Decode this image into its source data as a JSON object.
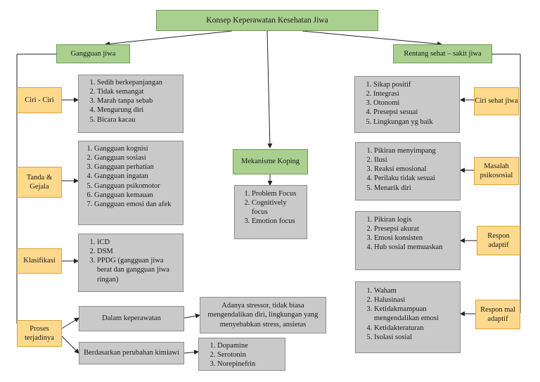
{
  "title": "Konsep Keperawatan Kesehatan Jiwa",
  "gangguan": {
    "label": "Gangguan jiwa",
    "ciri": {
      "label": "Ciri - Ciri",
      "items": [
        "Sedih berkepanjangan",
        "Tidak semangat",
        "Marah tanpa sebab",
        "Mengurung diri",
        "Bicara kacau"
      ]
    },
    "tanda": {
      "label": "Tanda & Gejala",
      "items": [
        "Gangguan kognisi",
        "Gangguan sosiasi",
        "Gangguan perhatian",
        "Gangguan ingatan",
        "Gangguan psikomotor",
        "Gangguan kemauan",
        "Gangguan emosi dan afek"
      ]
    },
    "klasifikasi": {
      "label": "Klasifikasi",
      "items": [
        "ICD",
        "DSM",
        "PPDG (gangguan jiwa berat dan gangguan jiwa ringan)"
      ]
    },
    "proses": {
      "label": "Proses terjadinya",
      "keperawatan": {
        "label": "Dalam keperawatan",
        "desc": "Adanya stressor, tidak biasa mengendalikan diri, lingkungan yang menyebabkan stress, ansietas"
      },
      "kimiawi": {
        "label": "Berdasarkan perubahan kimiawi",
        "items": [
          "Dopamine",
          "Serotonin",
          "Norepinefrin"
        ]
      }
    }
  },
  "koping": {
    "label": "Mekanisme Koping",
    "items": [
      "Problem Focus",
      "Cognitively focus",
      "Emotion focus"
    ]
  },
  "rentang": {
    "label": "Rentang sehat – sakit jiwa",
    "ciri_sehat": {
      "label": "Ciri sehat jiwa",
      "items": [
        "Sikap positif",
        "Integrasi",
        "Otonomi",
        "Presepsi sesuai",
        "Lingkungan yg baik"
      ]
    },
    "masalah": {
      "label": "Masalah psikososial",
      "items": [
        "Pikiran menyimpang",
        "Ilusi",
        "Reaksi emosional",
        "Perilaku tidak sesuai",
        "Menarik diri"
      ]
    },
    "adaptif": {
      "label": "Respon adaptif",
      "items": [
        "Pikiran logis",
        "Presepsi akurat",
        "Emosi konsisten",
        "Hub sosial memuaskan"
      ]
    },
    "maladaptif": {
      "label": "Respon mal adaptif",
      "items": [
        "Waham",
        "Halusinasi",
        "Ketidakmampuan mengendalikan emosi",
        "Ketidakteraturan",
        "Isolasi sosial"
      ]
    }
  }
}
